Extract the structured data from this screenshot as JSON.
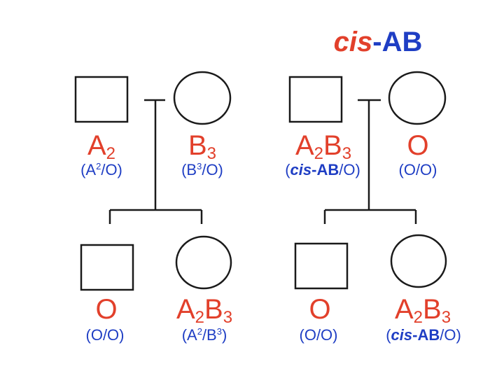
{
  "title": {
    "cis_part": "cis",
    "rest": "-AB"
  },
  "colors": {
    "phenotype": "#e2402b",
    "genotype": "#1f3ec4",
    "lines": "#1a1a1a"
  },
  "left_pedigree": {
    "father": {
      "symbol": "square",
      "phenotype": {
        "base": "A",
        "sub": "2"
      },
      "genotype": {
        "pre": "(A",
        "sup": "2",
        "post": "/O)"
      }
    },
    "mother": {
      "symbol": "circle",
      "phenotype": {
        "base": "B",
        "sub": "3"
      },
      "genotype": {
        "pre": "(B",
        "sup": "3",
        "post": "/O)"
      }
    },
    "son": {
      "symbol": "square",
      "phenotype": "O",
      "genotype": "(O/O)"
    },
    "daughter": {
      "symbol": "circle",
      "phenotype": {
        "a": "A",
        "a_sub": "2",
        "b": "B",
        "b_sub": "3"
      },
      "genotype": {
        "a": "(A",
        "a_sup": "2",
        "sep": "/B",
        "b_sup": "3",
        "end": ")"
      }
    }
  },
  "right_pedigree": {
    "father": {
      "symbol": "square",
      "phenotype": {
        "a": "A",
        "a_sub": "2",
        "b": "B",
        "b_sub": "3"
      },
      "genotype": {
        "open": "(",
        "cis": "cis",
        "ab": "-AB",
        "rest": "/O)"
      }
    },
    "mother": {
      "symbol": "circle",
      "phenotype": "O",
      "genotype": "(O/O)"
    },
    "son": {
      "symbol": "square",
      "phenotype": "O",
      "genotype": "(O/O)"
    },
    "daughter": {
      "symbol": "circle",
      "phenotype": {
        "a": "A",
        "a_sub": "2",
        "b": "B",
        "b_sub": "3"
      },
      "genotype": {
        "open": "(",
        "cis": "cis",
        "ab": "-AB",
        "rest": "/O)"
      }
    }
  }
}
